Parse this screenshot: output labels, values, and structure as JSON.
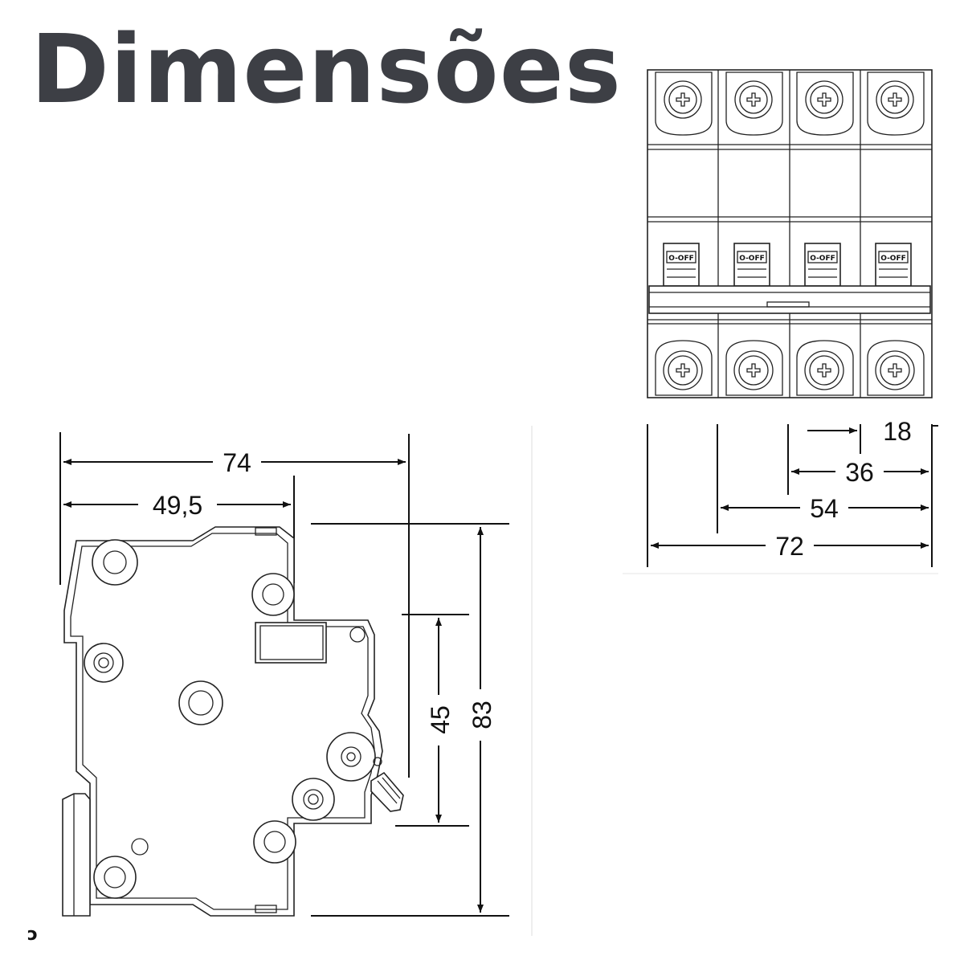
{
  "title": "Dimensões",
  "side_view": {
    "dim_overall_depth": "74",
    "dim_front_depth": "49,5",
    "dim_height_front": "45",
    "dim_height_overall": "83"
  },
  "front_view": {
    "switch_label": "O-OFF",
    "dim_one_pole": "18",
    "dim_two_poles": "36",
    "dim_three_poles": "54",
    "dim_four_poles": "72"
  },
  "corner_mark": "ɔ"
}
